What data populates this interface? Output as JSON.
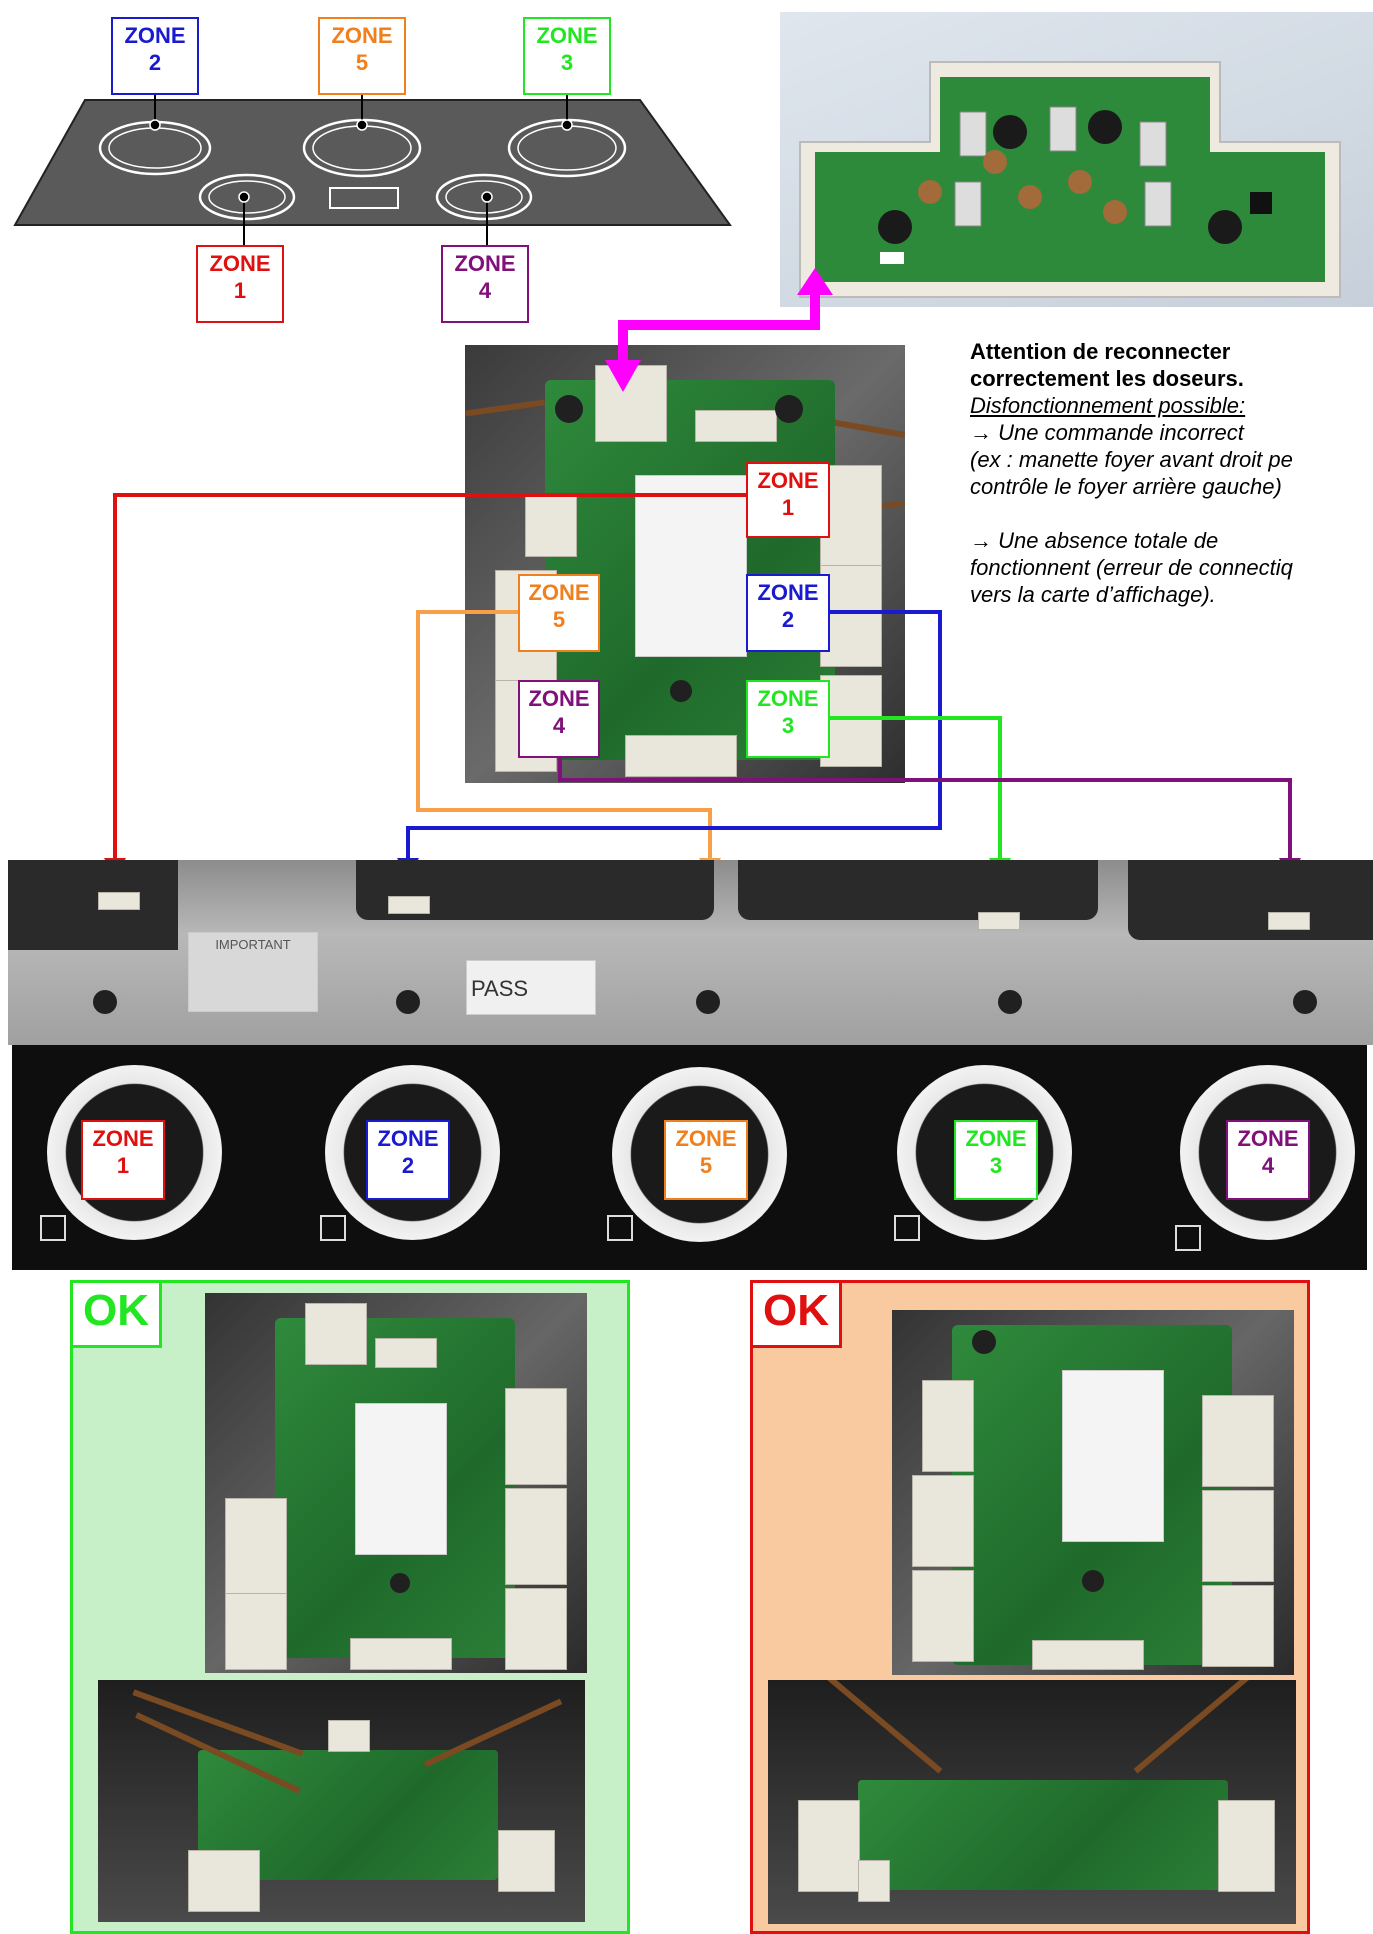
{
  "colors": {
    "zone1": "#e01010",
    "zone2": "#1a1ad0",
    "zone3": "#22e622",
    "zone4": "#80107a",
    "zone5": "#f07f1e",
    "magenta": "#ff00ff",
    "ok_green": "#22e622",
    "ok_red": "#e01010",
    "panel_green": "#c8f0c8",
    "panel_orange": "#f9c9a0"
  },
  "zone_word": "ZONE",
  "zones": {
    "z1": "1",
    "z2": "2",
    "z3": "3",
    "z4": "4",
    "z5": "5"
  },
  "notes": {
    "heading_line1": "Attention de reconnecter",
    "heading_line2": "correctement les doseurs.",
    "subheading": "Disfonctionnement possible:",
    "item1_line1": "→ Une commande incorrect",
    "item1_line2": "(ex : manette foyer avant droit pe",
    "item1_line3": "contrôle le foyer arrière gauche)",
    "item2_line1": "→ Une absence totale de",
    "item2_line2": "fonctionnent (erreur de connectiq",
    "item2_line3": "vers la carte d’affichage)."
  },
  "panel_sticker": {
    "important": "IMPORTANT",
    "pass": "PASS"
  },
  "ok_panels": {
    "left_label": "OK",
    "right_label": "OK"
  },
  "icons": {
    "knob": "rotary-knob-icon",
    "burner_symbol": "burner-position-symbol-icon"
  }
}
